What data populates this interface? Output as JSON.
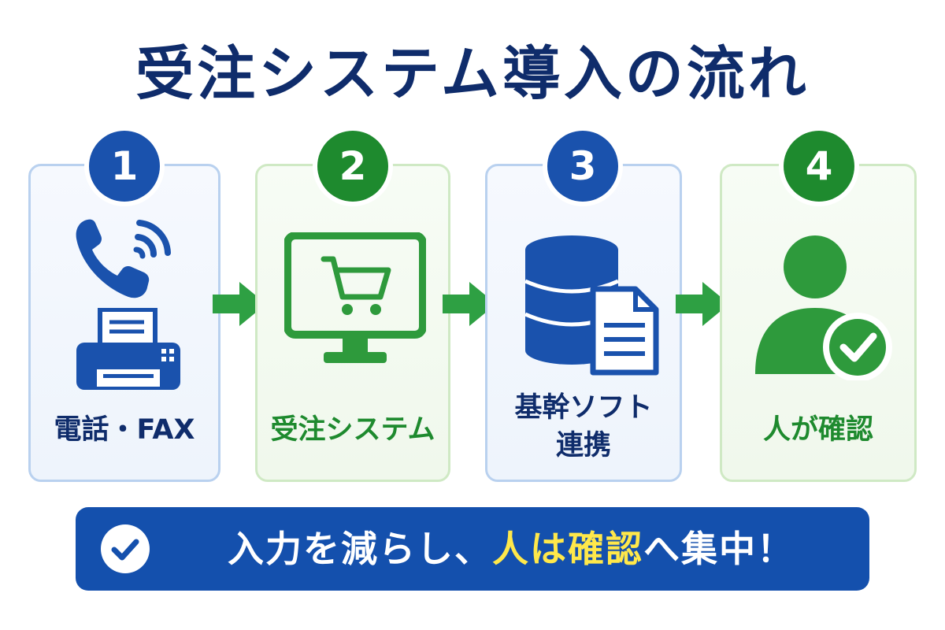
{
  "title": "受注システム導入の流れ",
  "colors": {
    "navy": "#0f2c6b",
    "blue": "#1a52ad",
    "green": "#1e8a2e",
    "highlight": "#ffe84a"
  },
  "steps": [
    {
      "number": "1",
      "label": "電話・FAX",
      "icons": [
        "phone-icon",
        "fax-icon"
      ]
    },
    {
      "number": "2",
      "label": "受注システム",
      "icons": [
        "monitor-cart-icon"
      ]
    },
    {
      "number": "3",
      "label_line1": "基幹ソフト",
      "label_line2": "連携",
      "icons": [
        "database-icon",
        "document-icon"
      ]
    },
    {
      "number": "4",
      "label": "人が確認",
      "icons": [
        "user-check-icon"
      ]
    }
  ],
  "banner": {
    "text_start": "入力を減らし、",
    "text_highlight": "人は確認",
    "text_end": "へ集中！",
    "icon": "check-circle-icon"
  }
}
